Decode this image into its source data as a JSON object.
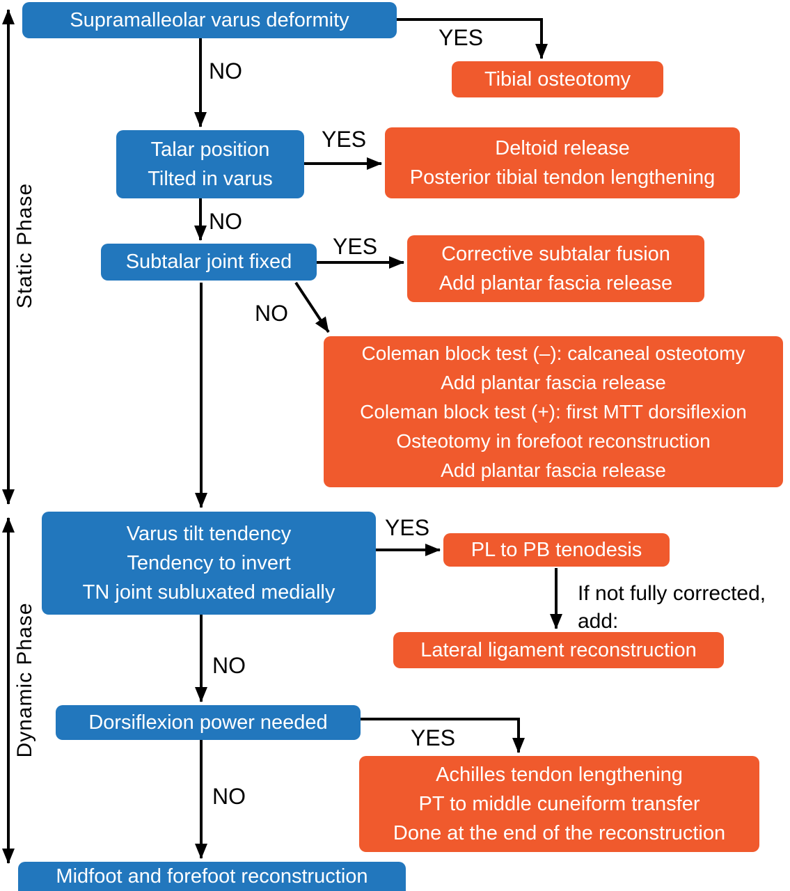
{
  "phases": {
    "static": "Static Phase",
    "dynamic": "Dynamic Phase"
  },
  "edge_labels": {
    "yes1": "YES",
    "yes2": "YES",
    "yes3": "YES",
    "yes4": "YES",
    "yes5": "YES",
    "no1": "NO",
    "no2": "NO",
    "no3": "NO",
    "no4": "NO",
    "no5": "NO",
    "pl_note_line1": "If not fully corrected,",
    "pl_note_line2": "add:"
  },
  "colors": {
    "decision_blue": "#2277bd",
    "action_orange": "#f05a2d",
    "arrow_black": "#000000",
    "text_white": "#ffffff"
  },
  "nodes": {
    "supramalleolar": {
      "type": "decision",
      "lines": [
        "Supramalleolar varus deformity"
      ]
    },
    "tibial": {
      "type": "action",
      "lines": [
        "Tibial osteotomy"
      ]
    },
    "talar": {
      "type": "decision",
      "lines": [
        "Talar position",
        "Tilted in varus"
      ]
    },
    "deltoid": {
      "type": "action",
      "lines": [
        "Deltoid release",
        "Posterior tibial tendon lengthening"
      ]
    },
    "subtalar": {
      "type": "decision",
      "lines": [
        "Subtalar joint fixed"
      ]
    },
    "corrective": {
      "type": "action",
      "lines": [
        "Corrective subtalar fusion",
        "Add plantar fascia release"
      ]
    },
    "coleman": {
      "type": "action",
      "lines": [
        "Coleman block test (–): calcaneal osteotomy",
        "Add plantar fascia release",
        "Coleman block test (+): first MTT dorsiflexion",
        "Osteotomy in forefoot reconstruction",
        "Add plantar fascia release"
      ]
    },
    "varus_tilt": {
      "type": "decision",
      "lines": [
        "Varus tilt tendency",
        "Tendency to invert",
        "TN joint subluxated medially"
      ]
    },
    "pl_pb": {
      "type": "action",
      "lines": [
        "PL to PB tenodesis"
      ]
    },
    "lateral": {
      "type": "action",
      "lines": [
        "Lateral ligament reconstruction"
      ]
    },
    "dorsiflexion": {
      "type": "decision",
      "lines": [
        "Dorsiflexion power needed"
      ]
    },
    "achilles": {
      "type": "action",
      "lines": [
        "Achilles tendon lengthening",
        "PT to middle cuneiform transfer",
        "Done at the end of the reconstruction"
      ]
    },
    "midfoot": {
      "type": "decision",
      "lines": [
        "Midfoot and forefoot reconstruction"
      ]
    }
  }
}
